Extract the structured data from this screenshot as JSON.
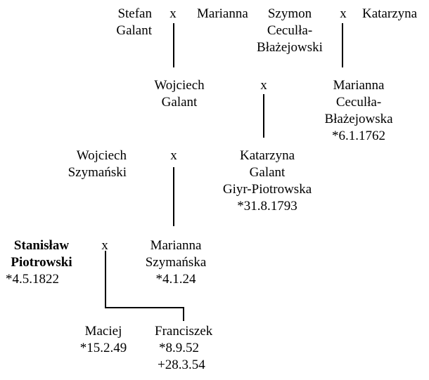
{
  "gen1": {
    "stefan": [
      "Stefan",
      "Galant"
    ],
    "marianna": [
      "Marianna"
    ],
    "szymon": [
      "Szymon",
      "Ceculła-",
      "Błażejowski"
    ],
    "katarzyna": [
      "Katarzyna"
    ],
    "marriage_left": "x",
    "marriage_right": "x"
  },
  "gen2": {
    "wojciech_galant": [
      "Wojciech",
      "Galant"
    ],
    "marianna_cecula": [
      "Marianna",
      "Ceculła-",
      "Błażejowska",
      "*6.1.1762"
    ],
    "marriage": "x"
  },
  "gen3": {
    "wojciech_szymanski": [
      "Wojciech",
      "Szymański"
    ],
    "katarzyna_galant": [
      "Katarzyna",
      "Galant",
      "Giyr-Piotrowska",
      "*31.8.1793"
    ],
    "marriage": "x"
  },
  "gen4": {
    "stanislaw": [
      "Stanisław",
      "Piotrowski",
      "*4.5.1822"
    ],
    "marianna_szymanska": [
      "Marianna",
      "Szymańska",
      "*4.1.24"
    ],
    "marriage": "x"
  },
  "children": {
    "maciej": [
      "Maciej",
      "*15.2.49"
    ],
    "franciszek": [
      "Franciszek",
      "*8.9.52",
      "+28.3.54"
    ]
  }
}
